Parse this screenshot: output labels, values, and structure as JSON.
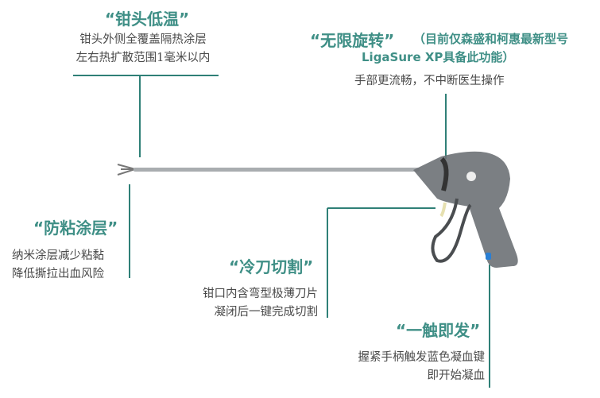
{
  "features": [
    {
      "title": "“钳头低温”",
      "lines": [
        "钳头外侧全覆盖隔热涂层",
        "左右热扩散范围1毫米以内"
      ]
    },
    {
      "title": "“无限旋转”",
      "note_line1": "（目前仅森盛和柯惠最新型号",
      "note_line2": "LigaSure XP具备此功能）",
      "lines": [
        "手部更流畅，不中断医生操作"
      ]
    },
    {
      "title": "“防粘涂层”",
      "lines": [
        "纳米涂层减少粘黏",
        "降低撕拉出血风险"
      ]
    },
    {
      "title": "“冷刀切割”",
      "lines": [
        "钳口内含弯型极薄刀片",
        "凝闭后一键完成切割"
      ]
    },
    {
      "title": "“一触即发”",
      "lines": [
        "握紧手柄触发蓝色凝血键",
        "即开始凝血"
      ]
    }
  ],
  "colors": {
    "accent": "#3f8f86",
    "line": "#2f8077",
    "text": "#4a4a4a"
  }
}
